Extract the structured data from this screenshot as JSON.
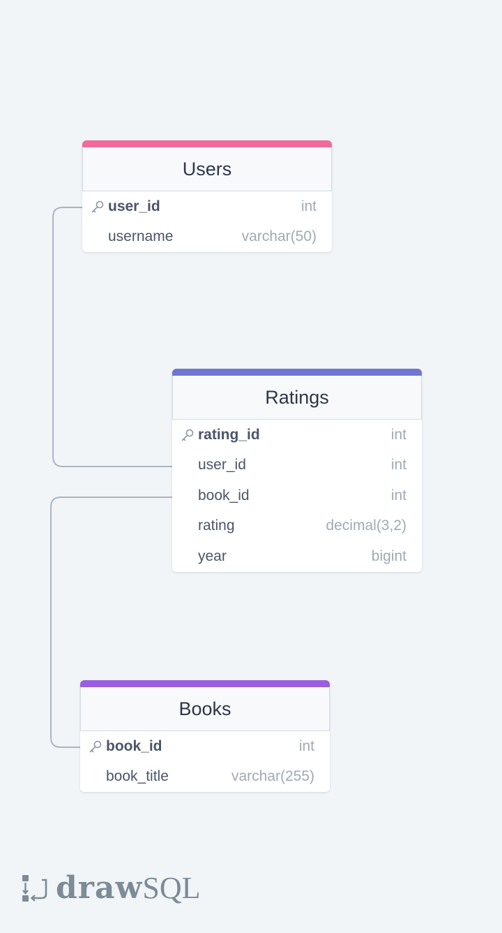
{
  "colors": {
    "background": "#f1f5f8",
    "connector": "#a9b6c2",
    "users_accent": "#f06b9a",
    "ratings_accent": "#6e76d3",
    "books_accent": "#9b5ede"
  },
  "tables": {
    "users": {
      "title": "Users",
      "columns": [
        {
          "name": "user_id",
          "type": "int",
          "primary_key": true
        },
        {
          "name": "username",
          "type": "varchar(50)",
          "primary_key": false
        }
      ]
    },
    "ratings": {
      "title": "Ratings",
      "columns": [
        {
          "name": "rating_id",
          "type": "int",
          "primary_key": true
        },
        {
          "name": "user_id",
          "type": "int",
          "primary_key": false
        },
        {
          "name": "book_id",
          "type": "int",
          "primary_key": false
        },
        {
          "name": "rating",
          "type": "decimal(3,2)",
          "primary_key": false
        },
        {
          "name": "year",
          "type": "bigint",
          "primary_key": false
        }
      ]
    },
    "books": {
      "title": "Books",
      "columns": [
        {
          "name": "book_id",
          "type": "int",
          "primary_key": true
        },
        {
          "name": "book_title",
          "type": "varchar(255)",
          "primary_key": false
        }
      ]
    }
  },
  "relationships": [
    {
      "from": "users.user_id",
      "to": "ratings.user_id"
    },
    {
      "from": "books.book_id",
      "to": "ratings.book_id"
    }
  ],
  "branding": {
    "logo_part1": "draw",
    "logo_part2": "SQL",
    "logo_icon": "drawsql-logo-icon"
  }
}
